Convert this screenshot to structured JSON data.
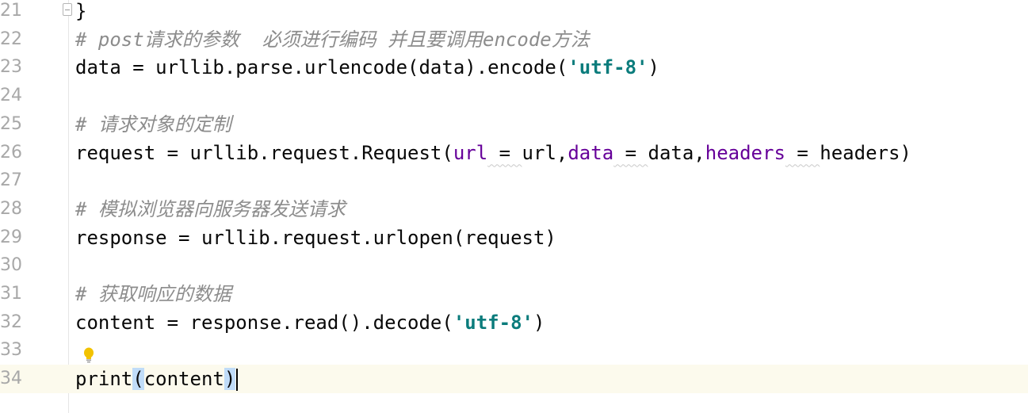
{
  "editor": {
    "lines": [
      {
        "no": "21",
        "segments": [
          {
            "t": "}",
            "c": "plain"
          }
        ]
      },
      {
        "no": "22",
        "segments": [
          {
            "t": "# post请求的参数  必须进行编码 并且要调用encode方法",
            "c": "comment"
          }
        ]
      },
      {
        "no": "23",
        "segments": [
          {
            "t": "data = urllib.parse.urlencode(data).encode(",
            "c": "plain"
          },
          {
            "t": "'utf-8'",
            "c": "str"
          },
          {
            "t": ")",
            "c": "plain"
          }
        ]
      },
      {
        "no": "24",
        "segments": []
      },
      {
        "no": "25",
        "segments": [
          {
            "t": "# 请求对象的定制",
            "c": "comment"
          }
        ]
      },
      {
        "no": "26",
        "segments": [
          {
            "t": "request = urllib.request.Request(",
            "c": "plain"
          },
          {
            "t": "url",
            "c": "kwarg"
          },
          {
            "t": " = ",
            "c": "wavy"
          },
          {
            "t": "url,",
            "c": "plain"
          },
          {
            "t": "data",
            "c": "kwarg"
          },
          {
            "t": " = ",
            "c": "wavy"
          },
          {
            "t": "data,",
            "c": "plain"
          },
          {
            "t": "headers",
            "c": "kwarg"
          },
          {
            "t": " = ",
            "c": "wavy"
          },
          {
            "t": "headers)",
            "c": "plain"
          }
        ]
      },
      {
        "no": "27",
        "segments": []
      },
      {
        "no": "28",
        "segments": [
          {
            "t": "# 模拟浏览器向服务器发送请求",
            "c": "comment"
          }
        ]
      },
      {
        "no": "29",
        "segments": [
          {
            "t": "response = urllib.request.urlopen(request)",
            "c": "plain"
          }
        ]
      },
      {
        "no": "30",
        "segments": []
      },
      {
        "no": "31",
        "segments": [
          {
            "t": "# 获取响应的数据",
            "c": "comment"
          }
        ]
      },
      {
        "no": "32",
        "segments": [
          {
            "t": "content = response.read().decode(",
            "c": "plain"
          },
          {
            "t": "'utf-8'",
            "c": "str"
          },
          {
            "t": ")",
            "c": "plain"
          }
        ]
      },
      {
        "no": "33",
        "segments": []
      },
      {
        "no": "34",
        "current": true,
        "segments": [
          {
            "t": "print",
            "c": "plain"
          },
          {
            "t": "(",
            "c": "paren"
          },
          {
            "t": "content",
            "c": "plain"
          },
          {
            "t": ")",
            "c": "paren"
          },
          {
            "t": "",
            "c": "caret"
          }
        ]
      }
    ],
    "colors": {
      "comment": "#8c8c8c",
      "string": "#067d17",
      "keyword_arg": "#660099",
      "current_line": "#fcfaed",
      "line_number": "#a8a8a8",
      "paren_highlight": "#c0dcf8"
    },
    "icons": {
      "fold": "fold-marker-icon",
      "intention": "lightbulb-icon"
    }
  }
}
